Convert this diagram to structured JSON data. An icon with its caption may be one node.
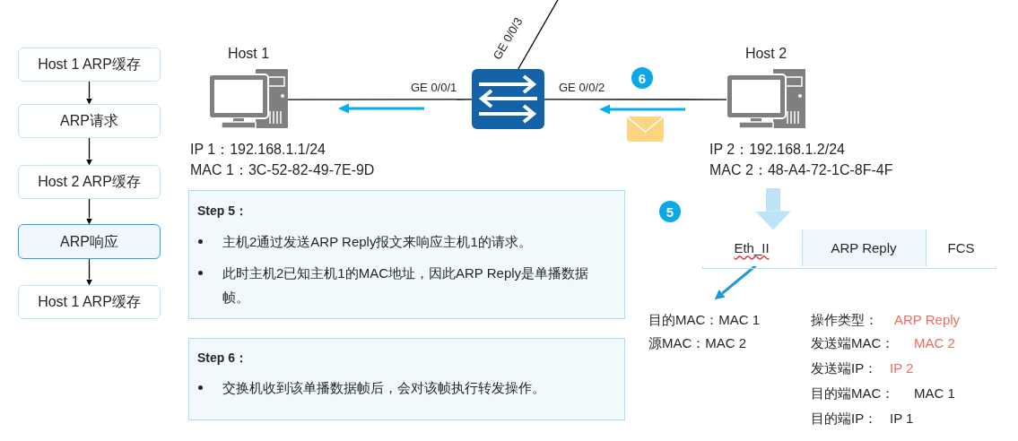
{
  "diagram": {
    "nodes": [
      {
        "text": [
          "Host 1 ARP缓存"
        ]
      },
      {
        "text": [
          "ARP请求"
        ]
      },
      {
        "text": [
          "Host 2 ARP缓存"
        ]
      },
      {
        "text": [
          "ARP响应"
        ]
      },
      {
        "text": [
          "Host 1 ARP缓存"
        ]
      },
      {
        "text": [
          "Host 1"
        ],
        "beside": [
          "IP 1：192.168.1.1/24",
          "MAC 1：3C-52-82-49-7E-9D"
        ]
      },
      {
        "text": [],
        "shape": "picture"
      },
      {
        "text": [
          "Host 2"
        ],
        "beside": [
          "IP 2：192.168.1.2/24",
          "MAC 2：48-A4-72-1C-8F-4F"
        ]
      },
      {
        "text": [
          "Step 5：",
          "主机2通过发送ARP Reply报文来响应主机1的请求。",
          "此时主机2已知主机1的MAC地址，因此ARP Reply是单播数据帧。"
        ]
      },
      {
        "text": [
          "Step 6：",
          "交换机收到该单播数据帧后，会对该帧执行转发操作。"
        ]
      },
      {
        "text": [],
        "shape": "box"
      },
      {
        "text": [
          "Eth_II"
        ],
        "in": 10
      },
      {
        "text": [
          "ARP Reply"
        ],
        "in": 10
      },
      {
        "text": [
          "FCS"
        ],
        "in": 10
      },
      {
        "text": [
          "目的MAC：MAC 1",
          "源MAC：MAC 2"
        ]
      }
    ],
    "edges": [
      {
        "from": 0,
        "to": 1,
        "arrow": "to"
      },
      {
        "from": 1,
        "to": 2,
        "arrow": "to"
      },
      {
        "from": 2,
        "to": 3,
        "arrow": "to"
      },
      {
        "from": 3,
        "to": 4,
        "arrow": "to"
      },
      {
        "from": 6,
        "to": 5,
        "arrow": "none",
        "label": "GE 0/0/1"
      },
      {
        "from": 6,
        "to": 7,
        "arrow": "none",
        "label": "GE 0/0/2"
      },
      {
        "from": 6,
        "to": null,
        "arrow": "none",
        "label": "GE 0/0/3"
      },
      {
        "from": null,
        "to": 10,
        "arrow": "to",
        "style": "thick",
        "color": "#bfe3f6"
      },
      {
        "from": 11,
        "to": 14,
        "arrow": "to",
        "color": "#1a9ad6"
      }
    ],
    "labels": [
      "6",
      "5",
      "操作类型：",
      "ARP Reply",
      "发送端MAC：",
      "MAC 2",
      "发送端IP：",
      "IP 2",
      "目的端MAC：",
      "MAC 1",
      "目的端IP：",
      "IP 1"
    ]
  }
}
